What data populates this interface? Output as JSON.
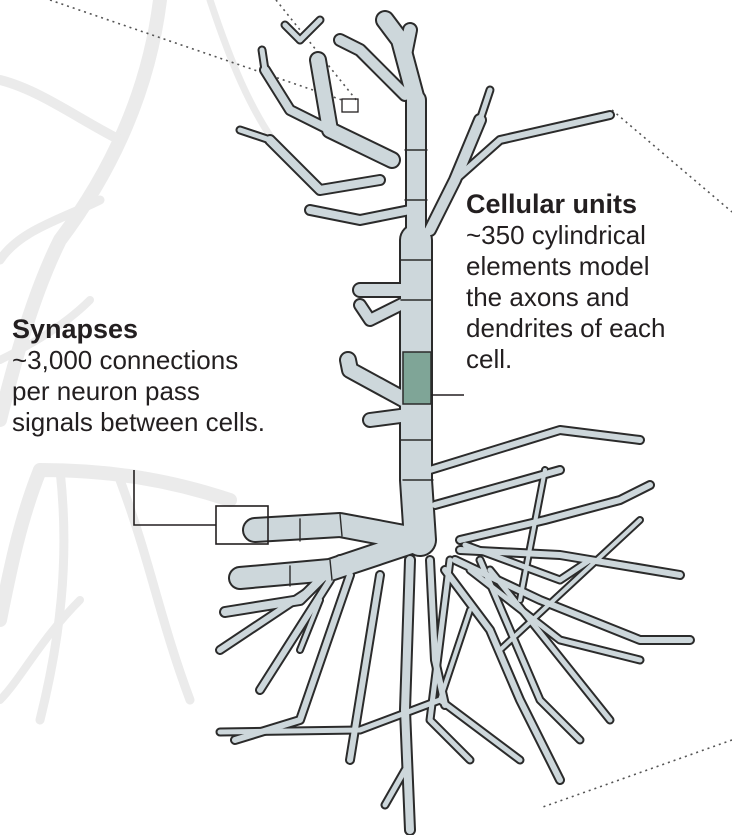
{
  "labels": {
    "cellular_units": {
      "heading": "Cellular units",
      "lines": [
        "~350 cylindrical",
        "elements model",
        "the axons and",
        "dendrites of each",
        "cell."
      ]
    },
    "synapses": {
      "heading": "Synapses",
      "lines": [
        "~3,000 connections",
        "per neuron pass",
        "signals between cells."
      ]
    }
  },
  "colors": {
    "segment_fill": "#cdd7db",
    "segment_outline": "#2b2b2b",
    "highlighted_segment": "#7fa597",
    "background_neuron": "#ebebeb",
    "dotted_frame": "#555555",
    "text": "#231f20"
  },
  "icons": [
    "neuron-illustration",
    "synapse-callout-box",
    "zoom-callout-box"
  ]
}
